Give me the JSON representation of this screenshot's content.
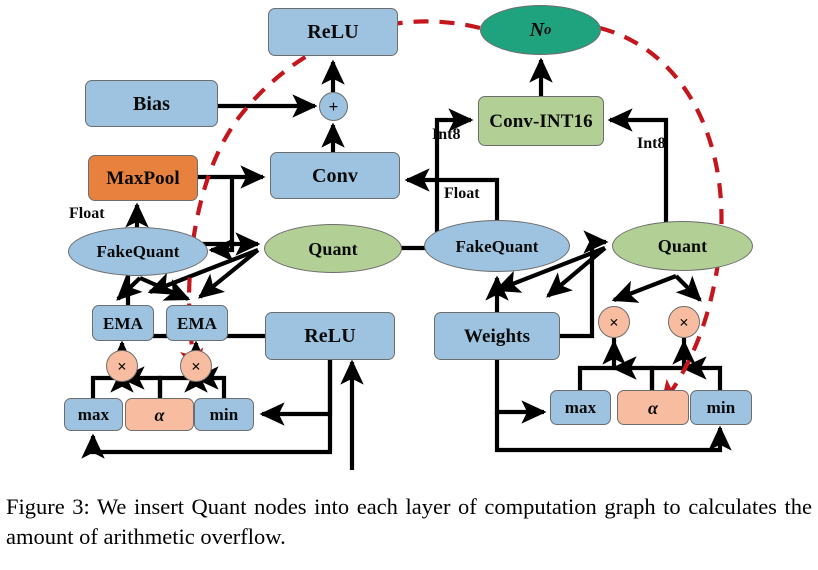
{
  "figure": {
    "caption": "Figure 3:  We insert Quant nodes into each layer of computation graph to calculates the amount of arithmetic overflow.",
    "colors": {
      "blue": "#9dc3e0",
      "orange": "#e8813e",
      "green": "#b2d096",
      "teal": "#1fa37f",
      "peach": "#f8bda0",
      "dashed_curve": "#c4161c",
      "arrow": "#000000",
      "node_border": "#6d6d6d"
    },
    "nodes": {
      "relu_top": "ReLU",
      "bias": "Bias",
      "maxpool": "MaxPool",
      "plus": "+",
      "conv": "Conv",
      "fakequant_left": "FakeQuant",
      "quant_left": "Quant",
      "ema_left": "EMA",
      "ema_right": "EMA",
      "mul_l1": "×",
      "mul_l2": "×",
      "max_left": "max",
      "alpha_left": "α",
      "min_left": "min",
      "relu_bottom": "ReLU",
      "n_o": "N",
      "n_o_sub": "o",
      "conv_int16": "Conv-INT16",
      "fakequant_right": "FakeQuant",
      "quant_right": "Quant",
      "weights": "Weights",
      "mul_r1": "×",
      "mul_r2": "×",
      "max_right": "max",
      "alpha_right": "α",
      "min_right": "min"
    },
    "edge_labels": {
      "float_left": "Float",
      "int8_left": "Int8",
      "float_right": "Float",
      "int8_right": "Int8"
    }
  }
}
